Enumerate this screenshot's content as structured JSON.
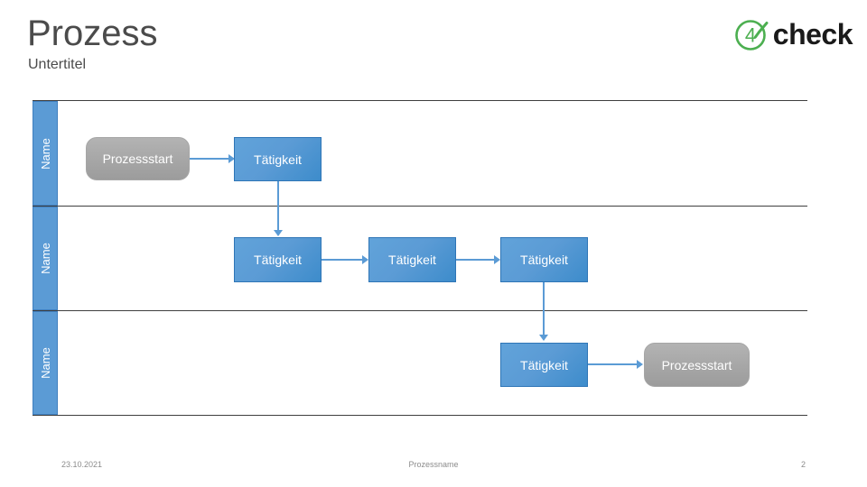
{
  "slide": {
    "title": "Prozess",
    "subtitle": "Untertitel"
  },
  "logo": {
    "mark_icon": "four-check-circle-icon",
    "word": "check",
    "digit": "4",
    "green": "#4CAF50",
    "green_dark": "#3f9c47"
  },
  "diagram": {
    "type": "swimlane-flowchart",
    "lanes": [
      {
        "label": "Name"
      },
      {
        "label": "Name"
      },
      {
        "label": "Name"
      }
    ],
    "nodes": [
      {
        "id": "n1",
        "label": "Prozessstart",
        "shape": "terminator",
        "lane": 0
      },
      {
        "id": "n2",
        "label": "Tätigkeit",
        "shape": "task",
        "lane": 0
      },
      {
        "id": "n3",
        "label": "Tätigkeit",
        "shape": "task",
        "lane": 1
      },
      {
        "id": "n4",
        "label": "Tätigkeit",
        "shape": "task",
        "lane": 1
      },
      {
        "id": "n5",
        "label": "Tätigkeit",
        "shape": "task",
        "lane": 1
      },
      {
        "id": "n6",
        "label": "Tätigkeit",
        "shape": "task",
        "lane": 2
      },
      {
        "id": "n7",
        "label": "Prozessstart",
        "shape": "terminator",
        "lane": 2
      }
    ],
    "edges": [
      {
        "from": "n1",
        "to": "n2",
        "direction": "right"
      },
      {
        "from": "n2",
        "to": "n3",
        "direction": "down"
      },
      {
        "from": "n3",
        "to": "n4",
        "direction": "right"
      },
      {
        "from": "n4",
        "to": "n5",
        "direction": "right"
      },
      {
        "from": "n5",
        "to": "n6",
        "direction": "down"
      },
      {
        "from": "n6",
        "to": "n7",
        "direction": "right"
      }
    ],
    "colors": {
      "task_fill": "#5b9bd5",
      "task_border": "#2e75b6",
      "terminator_fill": "#a6a6a6",
      "connector": "#5b9bd5",
      "lane_rule": "#3f3f3f"
    }
  },
  "footer": {
    "date": "23.10.2021",
    "center": "Prozessname",
    "page": "2"
  }
}
